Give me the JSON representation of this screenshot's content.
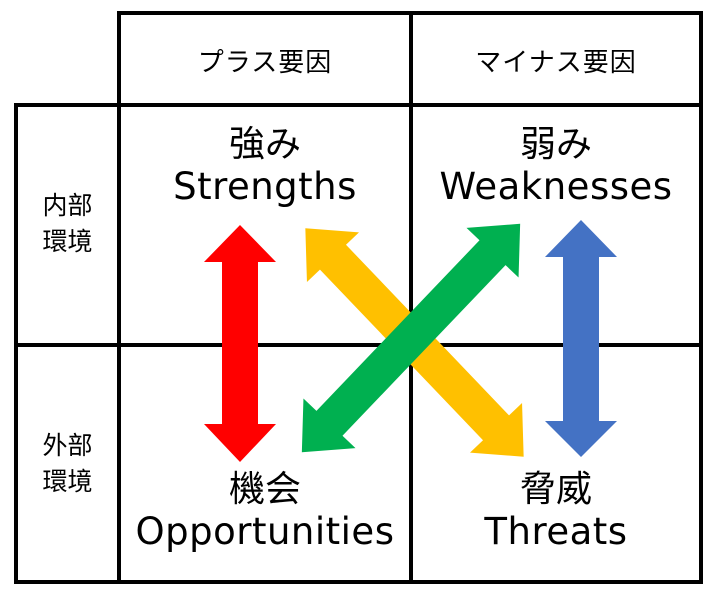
{
  "header": {
    "col_plus": "プラス要因",
    "col_minus": "マイナス要因"
  },
  "rows": {
    "internal": {
      "line1": "内部",
      "line2": "環境"
    },
    "external": {
      "line1": "外部",
      "line2": "環境"
    }
  },
  "quadrants": {
    "strengths": {
      "jp": "強み",
      "en": "Strengths"
    },
    "weaknesses": {
      "jp": "弱み",
      "en": "Weaknesses"
    },
    "opportunities": {
      "jp": "機会",
      "en": "Opportunities"
    },
    "threats": {
      "jp": "脅威",
      "en": "Threats"
    }
  },
  "arrows": [
    {
      "name": "strengths-opportunities",
      "color": "#ff0000"
    },
    {
      "name": "strengths-threats",
      "color": "#ffc000"
    },
    {
      "name": "weaknesses-opportunities",
      "color": "#00b050"
    },
    {
      "name": "weaknesses-threats",
      "color": "#4472c4"
    }
  ]
}
